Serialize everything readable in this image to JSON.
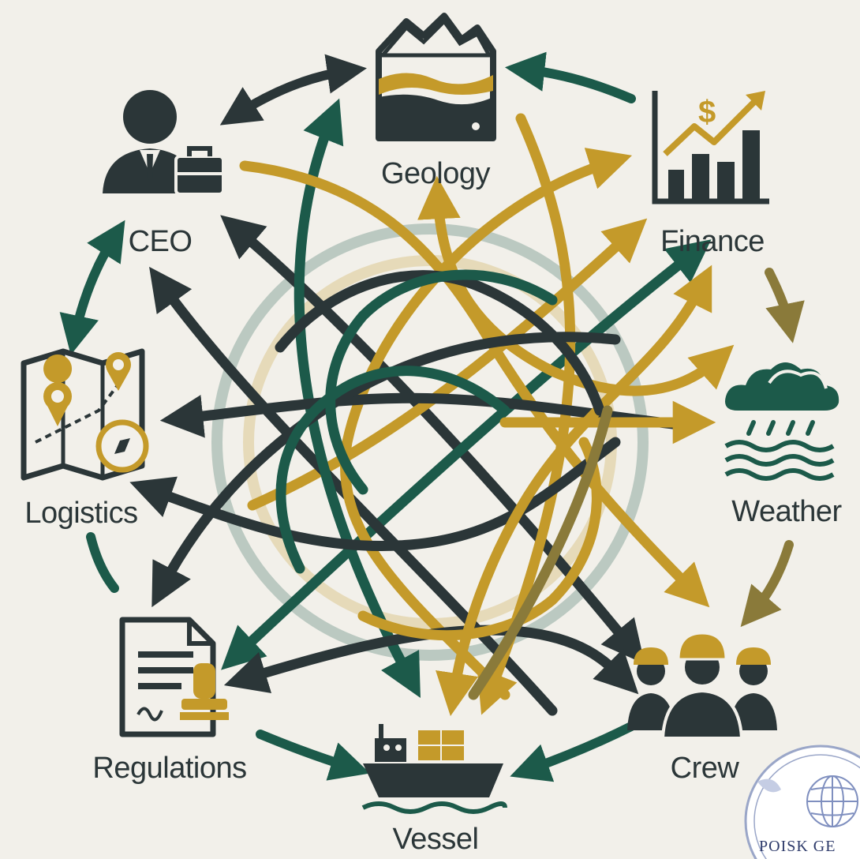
{
  "nodes": {
    "geology": "Geology",
    "finance": "Finance",
    "weather": "Weather",
    "crew": "Crew",
    "vessel": "Vessel",
    "regulations": "Regulations",
    "logistics": "Logistics",
    "ceo": "CEO"
  },
  "finance_icon_symbol": "$",
  "watermark": {
    "text": "POISK GE"
  },
  "colors": {
    "dark": "#2b3638",
    "teal": "#1c5a4a",
    "gold": "#c49a2a",
    "olive": "#8a7a3a",
    "background": "#f2f0ea"
  }
}
